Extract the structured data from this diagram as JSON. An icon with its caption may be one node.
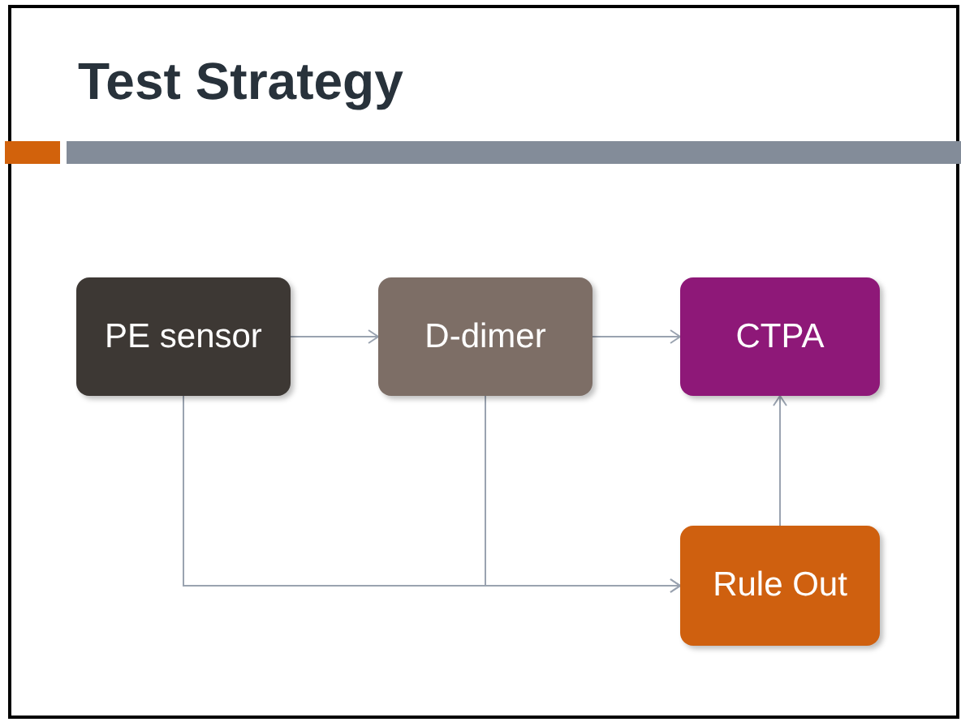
{
  "diagram": {
    "title": "Test Strategy",
    "nodes": [
      {
        "text": [
          "PE sensor"
        ]
      },
      {
        "text": [
          "D-dimer"
        ]
      },
      {
        "text": [
          "CTPA"
        ]
      },
      {
        "text": [
          "Rule Out"
        ]
      }
    ],
    "edges": [
      {
        "from": 0,
        "to": 1,
        "arrow": "to"
      },
      {
        "from": 1,
        "to": 2,
        "arrow": "to"
      },
      {
        "from": 3,
        "to": 2,
        "arrow": "to"
      },
      {
        "from": 0,
        "to": 3,
        "arrow": "to"
      },
      {
        "from": 1,
        "to": 3,
        "arrow": "to"
      }
    ]
  }
}
